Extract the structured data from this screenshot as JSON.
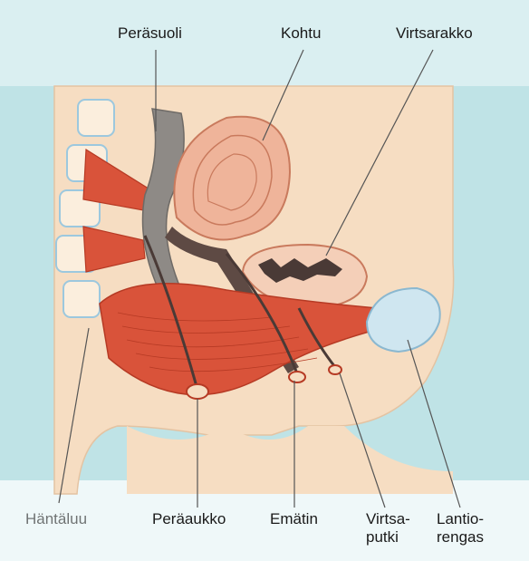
{
  "labels": {
    "perasuoli": "Peräsuoli",
    "kohtu": "Kohtu",
    "virtsarakko": "Virtsarakko",
    "hantaluu": "Häntäluu",
    "peraaukko": "Peräaukko",
    "ematin": "Emätin",
    "virtsaputki_1": "Virtsa-",
    "virtsaputki_2": "putki",
    "lantiorengas_1": "Lantio-",
    "lantiorengas_2": "rengas"
  },
  "colors": {
    "background": "#bfe3e6",
    "skin": "#f6ddc2",
    "muscle": "#d9533a",
    "muscle_dark": "#b63a24",
    "organ": "#efb49a",
    "rectum": "#8e8a86",
    "bone": "#cfe6f0",
    "line": "#555555"
  }
}
